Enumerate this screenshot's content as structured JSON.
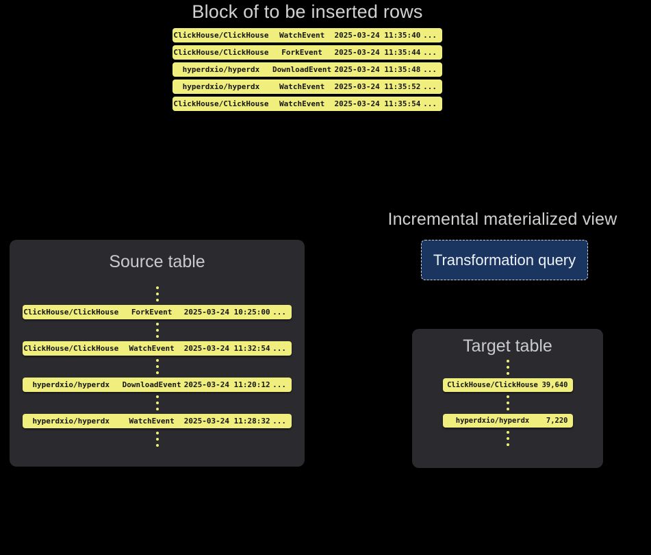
{
  "colors": {
    "background": "#000000",
    "panel_bg": "#2b2b2f",
    "row_yellow": "#f0ee7c",
    "row_text": "#141414",
    "title_gray": "#d2d2d2",
    "button_bg": "#1a3560",
    "button_border": "#c9d2da",
    "button_text": "#eef2f6"
  },
  "insert_block": {
    "title": "Block of to be inserted rows",
    "rows": [
      {
        "repo": "ClickHouse/ClickHouse",
        "event": "WatchEvent",
        "timestamp": "2025-03-24 11:35:40",
        "more": "..."
      },
      {
        "repo": "ClickHouse/ClickHouse",
        "event": "ForkEvent",
        "timestamp": "2025-03-24 11:35:44",
        "more": "..."
      },
      {
        "repo": "hyperdxio/hyperdx",
        "event": "DownloadEvent",
        "timestamp": "2025-03-24 11:35:48",
        "more": "..."
      },
      {
        "repo": "hyperdxio/hyperdx",
        "event": "WatchEvent",
        "timestamp": "2025-03-24 11:35:52",
        "more": "..."
      },
      {
        "repo": "ClickHouse/ClickHouse",
        "event": "WatchEvent",
        "timestamp": "2025-03-24 11:35:54",
        "more": "..."
      }
    ]
  },
  "source_table": {
    "title": "Source table",
    "rows": [
      {
        "repo": "ClickHouse/ClickHouse",
        "event": "ForkEvent",
        "timestamp": "2025-03-24 10:25:00",
        "more": "..."
      },
      {
        "repo": "ClickHouse/ClickHouse",
        "event": "WatchEvent",
        "timestamp": "2025-03-24 11:32:54",
        "more": "..."
      },
      {
        "repo": "hyperdxio/hyperdx",
        "event": "DownloadEvent",
        "timestamp": "2025-03-24 11:20:12",
        "more": "..."
      },
      {
        "repo": "hyperdxio/hyperdx",
        "event": "WatchEvent",
        "timestamp": "2025-03-24 11:28:32",
        "more": "..."
      }
    ]
  },
  "materialized_view": {
    "title": "Incremental materialized view",
    "button_label": "Transformation query"
  },
  "target_table": {
    "title": "Target table",
    "rows": [
      {
        "repo": "ClickHouse/ClickHouse",
        "count": "39,640"
      },
      {
        "repo": "hyperdxio/hyperdx",
        "count": "7,220"
      }
    ]
  }
}
